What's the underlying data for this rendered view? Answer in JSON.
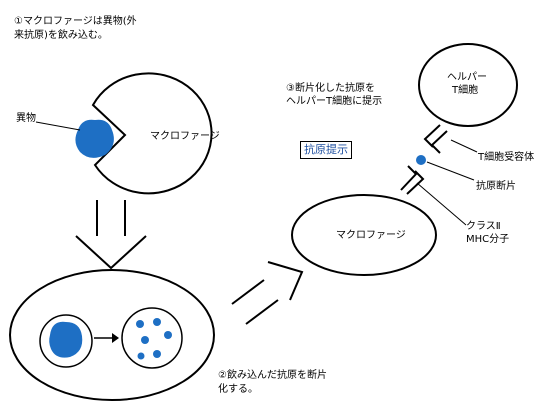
{
  "title": "",
  "steps": {
    "step1": [
      "①マクロファージは異物(外",
      "来抗原)を飲み込む。"
    ],
    "step2": [
      "②飲み込んだ抗原を断片",
      "化する。"
    ],
    "step3": [
      "③断片化した抗原を",
      "ヘルパーT細胞に提示"
    ]
  },
  "labels": {
    "foreign": "異物",
    "macrophage1": "マクロファージ",
    "macrophage2": "マクロファージ",
    "helper_t": [
      "ヘルパー",
      "T細胞"
    ],
    "tcr": "T細胞受容体",
    "fragment": "抗原断片",
    "mhc": [
      "クラスⅡ",
      "MHC分子"
    ]
  },
  "presentation_box": "抗原提示",
  "colors": {
    "antigen": "#1e6fc4",
    "line": "#000000",
    "box_text": "#1e4fa0"
  }
}
